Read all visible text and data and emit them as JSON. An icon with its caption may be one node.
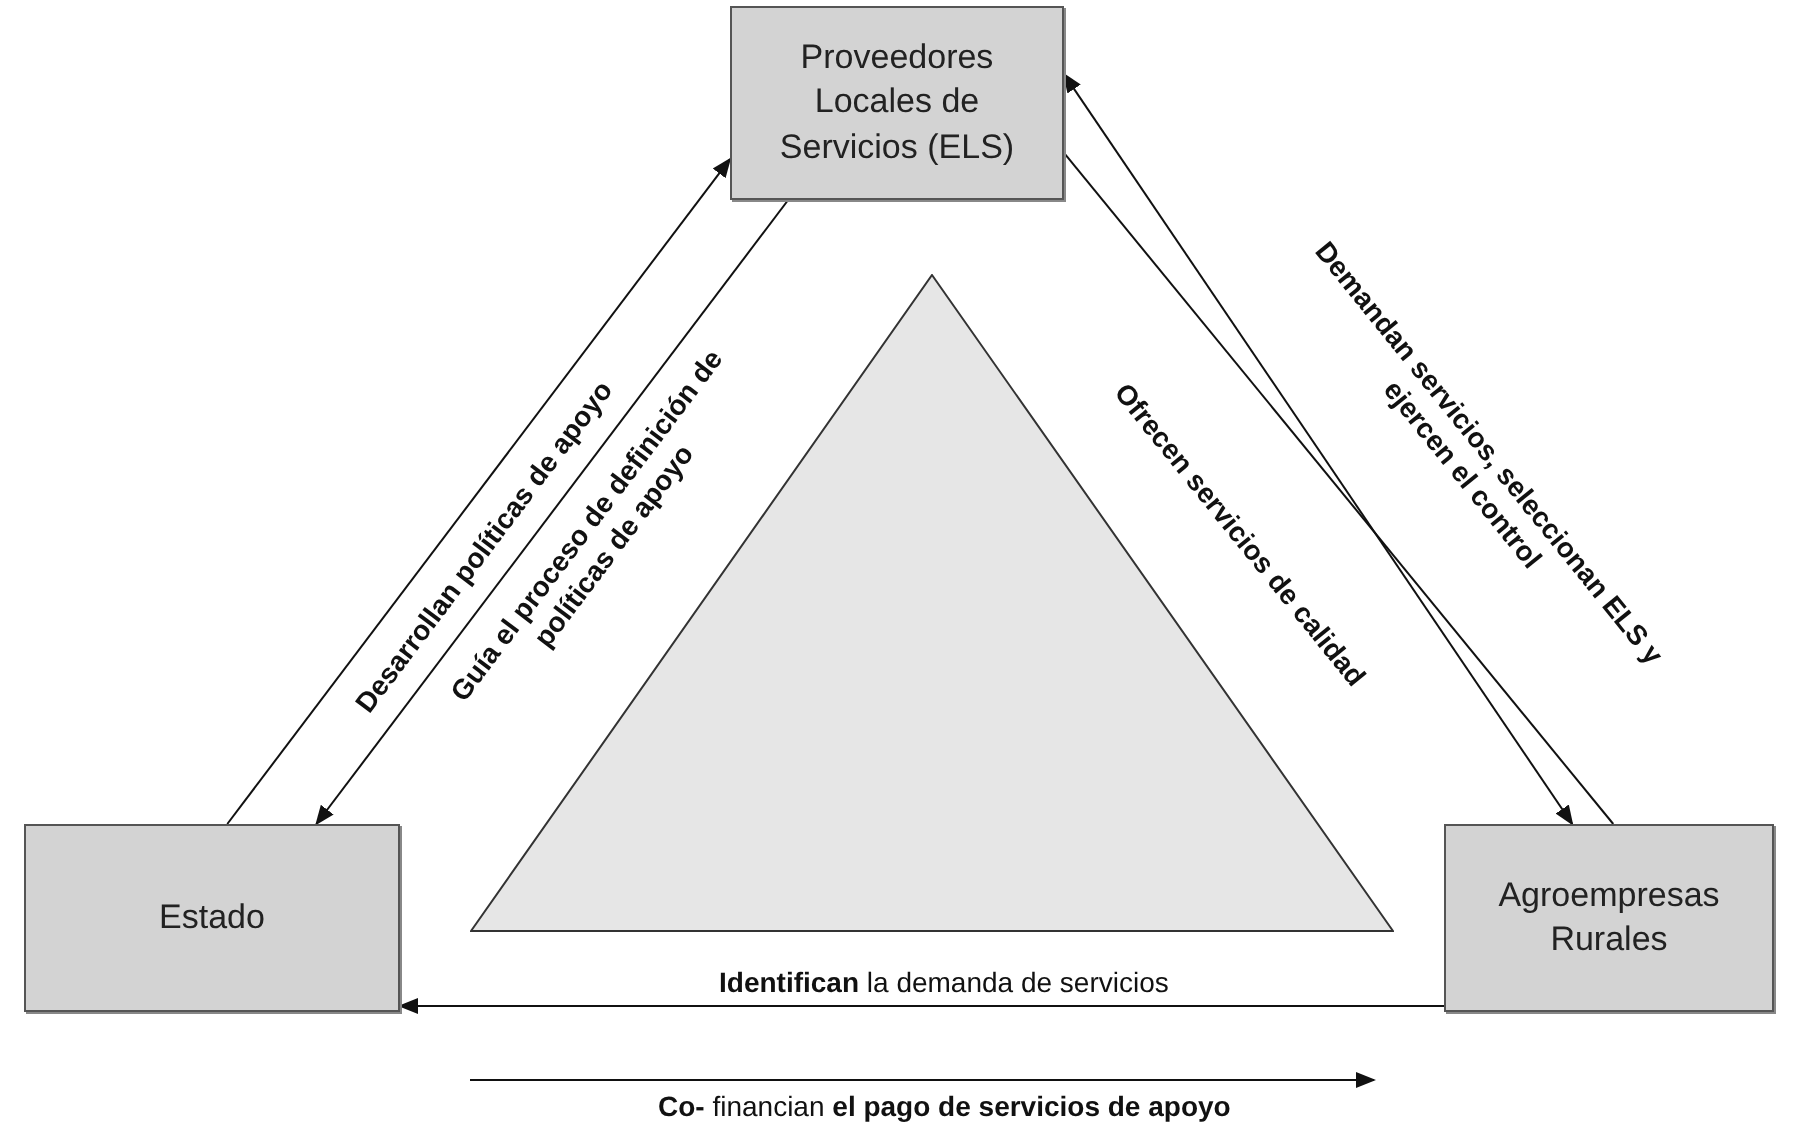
{
  "diagram": {
    "nodes": [
      {
        "text": [
          "Proveedores Locales de Servicios (ELS)"
        ]
      },
      {
        "text": [
          "Estado"
        ]
      },
      {
        "text": [
          "Agroempresas Rurales"
        ]
      },
      {
        "text": [],
        "shape": "triangle"
      }
    ],
    "edges": [
      {
        "from": 1,
        "to": 0,
        "arrow": "to",
        "label": "Desarrollan políticas de apoyo"
      },
      {
        "from": 0,
        "to": 1,
        "arrow": "to",
        "label": "Guía el proceso de definición de políticas de apoyo"
      },
      {
        "from": 0,
        "to": 2,
        "arrow": "none",
        "label": "Ofrecen servicios de calidad"
      },
      {
        "from": 2,
        "to": 0,
        "arrow": "both",
        "label": "Demandan servicios, seleccionan ELS y ejercen el control"
      },
      {
        "from": 2,
        "to": 1,
        "arrow": "to",
        "label": "**Identifican** la demanda de servicios"
      },
      {
        "from": 1,
        "to": 2,
        "arrow": "to",
        "label": "**Co-** financian **el pago de servicios de apoyo**"
      }
    ]
  }
}
